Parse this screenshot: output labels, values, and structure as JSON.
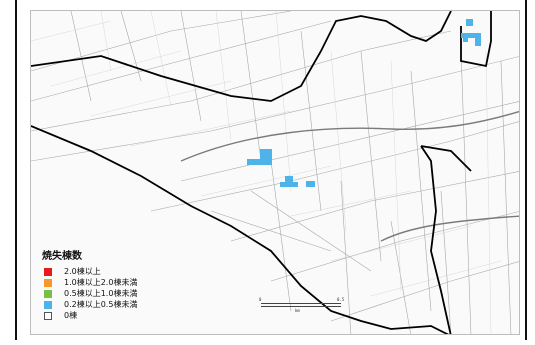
{
  "legend": {
    "title": "焼失棟数",
    "items": [
      {
        "label": "2.0棟以上",
        "color": "#e8191f"
      },
      {
        "label": "1.0棟以上2.0棟未満",
        "color": "#f39a2b"
      },
      {
        "label": "0.5棟以上1.0棟未満",
        "color": "#77c043"
      },
      {
        "label": "0.2棟以上0.5棟未満",
        "color": "#4eb3e9"
      },
      {
        "label": "0棟",
        "color": "#ffffff"
      }
    ]
  },
  "scale": {
    "left": "0",
    "right": "0.5",
    "unit": "km"
  },
  "colors": {
    "boundary": "#000000",
    "roads": "#9a9a9a",
    "highlight": "#4eb3e9"
  }
}
